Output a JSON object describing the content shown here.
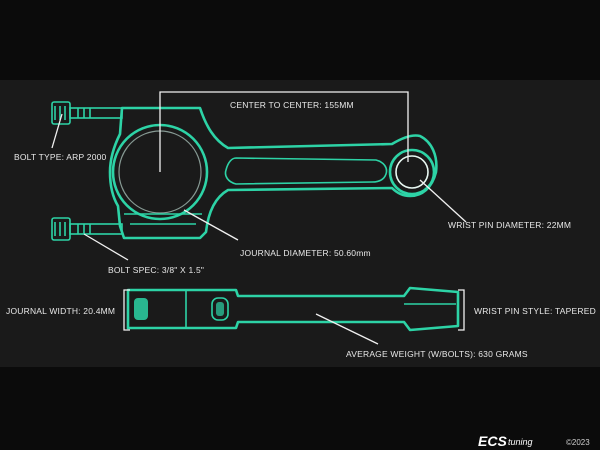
{
  "labels": {
    "center_to_center": "CENTER TO CENTER: 155MM",
    "bolt_type": "BOLT TYPE: ARP 2000",
    "wrist_pin_diameter": "WRIST PIN DIAMETER: 22MM",
    "journal_diameter": "JOURNAL DIAMETER: 50.60mm",
    "bolt_spec": "BOLT SPEC: 3/8\" X 1.5\"",
    "journal_width": "JOURNAL WIDTH: 20.4MM",
    "wrist_pin_style": "WRIST PIN STYLE: TAPERED",
    "average_weight": "AVERAGE WEIGHT (W/BOLTS): 630 GRAMS"
  },
  "branding": {
    "logo": "ECS",
    "logo_suffix": "tuning",
    "copyright": "©2023"
  },
  "colors": {
    "background": "#0b0b0b",
    "panel": "#1a1a1a",
    "accent": "#2dd3a6",
    "leader": "#f0f0f0"
  }
}
